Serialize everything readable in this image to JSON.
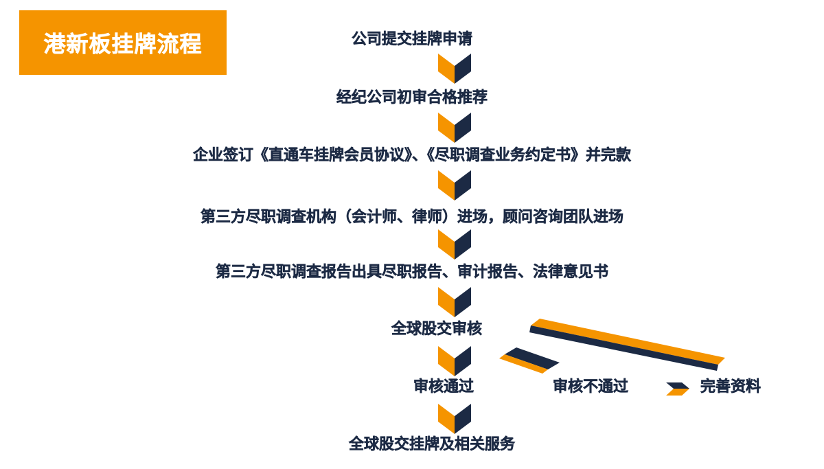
{
  "title": "港新板挂牌流程",
  "colors": {
    "accent_orange": "#f59400",
    "dark_navy": "#1c2a44",
    "text": "#1c2a44"
  },
  "steps": [
    "公司提交挂牌申请",
    "经纪公司初审合格推荐",
    "企业签订《直通车挂牌会员协议》、《尽职调查业务约定书》并完款",
    "第三方尽职调查机构（会计师、律师）进场，顾问咨询团队进场",
    "第三方尽职调查报告出具尽职报告、审计报告、法律意见书",
    "全球股交审核"
  ],
  "branch": {
    "pass_label": "审核通过",
    "fail_label": "审核不通过",
    "improve_label": "完善资料",
    "final_label": "全球股交挂牌及相关服务"
  },
  "icons": {
    "flow_arrow": "chevron-down-icon",
    "right_arrow": "chevron-right-icon"
  }
}
